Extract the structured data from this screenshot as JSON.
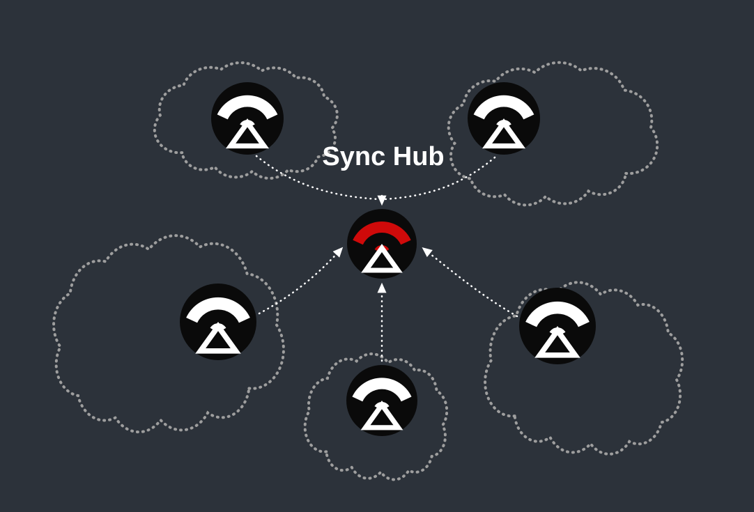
{
  "diagram": {
    "title": "Sync Hub",
    "hub": {
      "name": "sync-hub",
      "icon": "wifi-sync-hourglass-icon",
      "accented": true
    },
    "peers": [
      {
        "name": "peer-top-left",
        "icon": "wifi-sync-hourglass-icon"
      },
      {
        "name": "peer-top-right",
        "icon": "wifi-sync-hourglass-icon"
      },
      {
        "name": "peer-mid-left",
        "icon": "wifi-sync-hourglass-icon"
      },
      {
        "name": "peer-bottom-center",
        "icon": "wifi-sync-hourglass-icon"
      },
      {
        "name": "peer-mid-right",
        "icon": "wifi-sync-hourglass-icon"
      }
    ],
    "connections": [
      {
        "from": "peer-top-left",
        "to": "sync-hub"
      },
      {
        "from": "peer-top-right",
        "to": "sync-hub"
      },
      {
        "from": "peer-mid-left",
        "to": "sync-hub"
      },
      {
        "from": "peer-bottom-center",
        "to": "sync-hub"
      },
      {
        "from": "peer-mid-right",
        "to": "sync-hub"
      }
    ]
  },
  "colors": {
    "background": "#2c323a",
    "cloud-dot": "#9e9e9e",
    "arrow": "#ffffff",
    "node-fill": "#0a0a0a",
    "node-glyph": "#ffffff",
    "hub-accent": "#cf0a0a",
    "title-color": "#ffffff"
  }
}
